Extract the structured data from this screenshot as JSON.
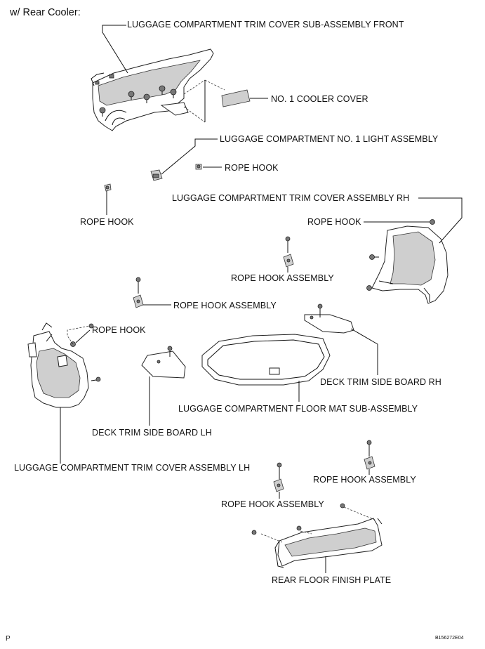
{
  "header": {
    "title": "w/ Rear Cooler:"
  },
  "labels": {
    "trim_cover_front": "LUGGAGE COMPARTMENT TRIM COVER SUB-ASSEMBLY FRONT",
    "cooler_cover": "NO. 1 COOLER COVER",
    "light_assembly": "LUGGAGE COMPARTMENT NO. 1 LIGHT ASSEMBLY",
    "rope_hook_1": "ROPE HOOK",
    "trim_cover_rh": "LUGGAGE COMPARTMENT TRIM COVER ASSEMBLY RH",
    "rope_hook_2": "ROPE HOOK",
    "rope_hook_3": "ROPE HOOK",
    "rope_hook_assembly_1": "ROPE HOOK ASSEMBLY",
    "rope_hook_assembly_2": "ROPE HOOK ASSEMBLY",
    "rope_hook_4": "ROPE HOOK",
    "deck_board_rh": "DECK TRIM SIDE BOARD RH",
    "floor_mat": "LUGGAGE COMPARTMENT FLOOR MAT SUB-ASSEMBLY",
    "deck_board_lh": "DECK TRIM SIDE BOARD LH",
    "trim_cover_lh": "LUGGAGE COMPARTMENT TRIM COVER ASSEMBLY LH",
    "rope_hook_assembly_3": "ROPE HOOK ASSEMBLY",
    "rope_hook_assembly_4": "ROPE HOOK ASSEMBLY",
    "rear_floor_plate": "REAR FLOOR FINISH PLATE"
  },
  "footer": {
    "page_mark": "P",
    "figure_code": "B156272E04"
  }
}
